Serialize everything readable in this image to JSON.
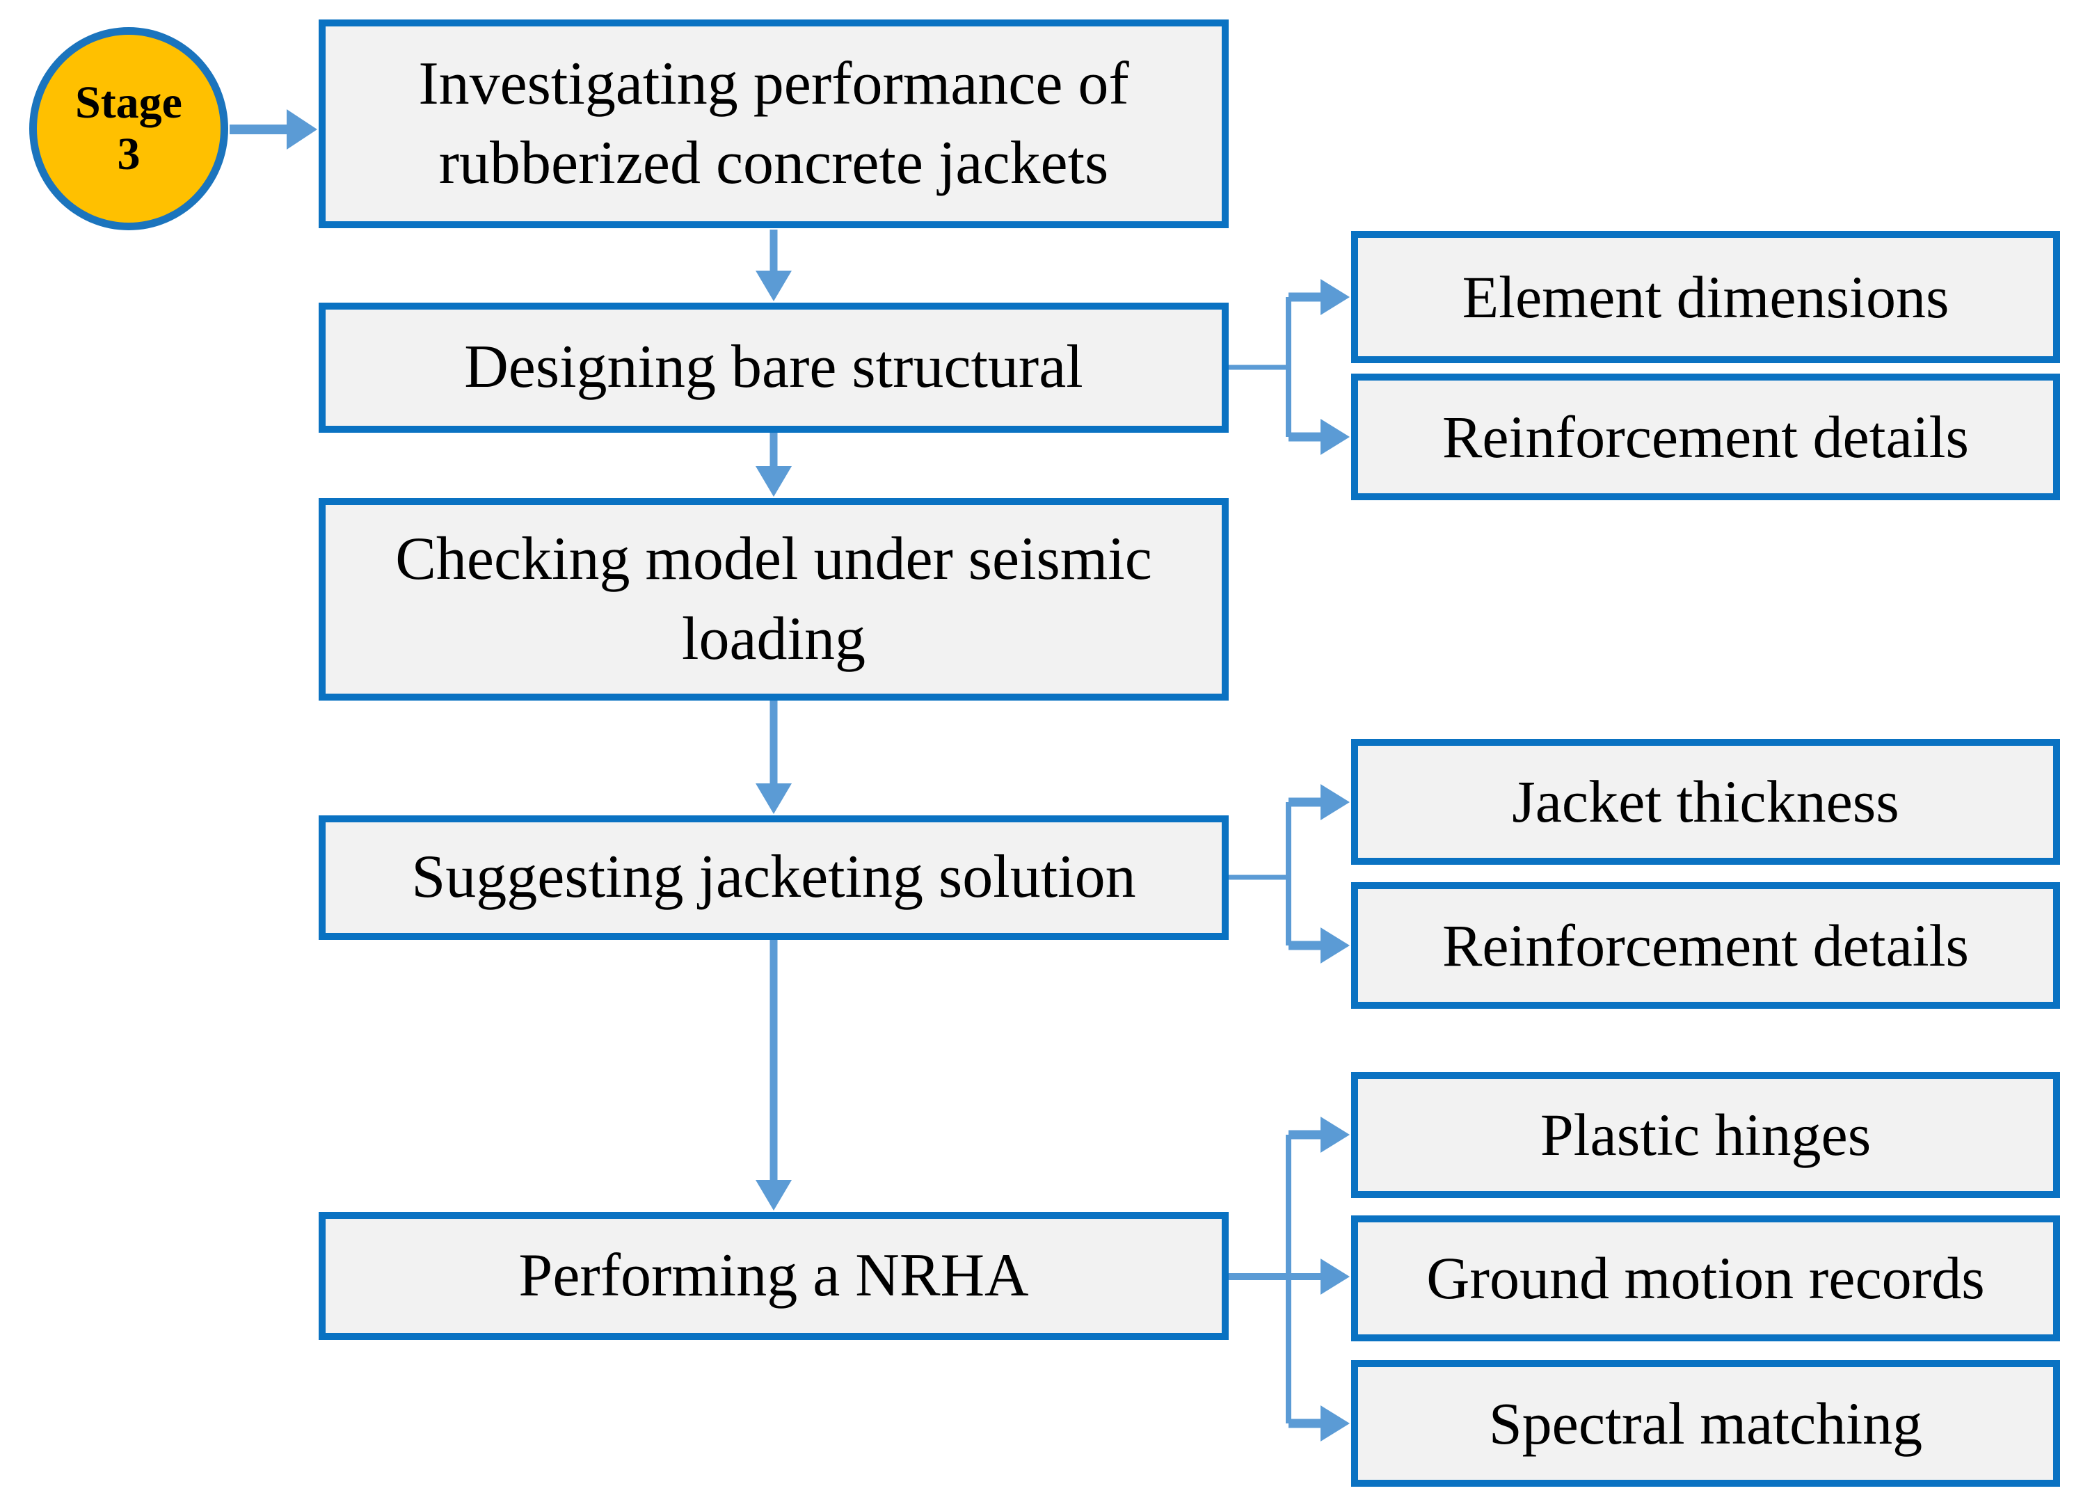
{
  "figure": {
    "title_hint": "Stage 3 methodology flowchart",
    "stage_badge": {
      "line1": "Stage",
      "line2": "3"
    },
    "colors": {
      "box_border": "#0a72c2",
      "box_fill": "#f2f2f2",
      "connector_blue": "#5b9bd5",
      "badge_fill": "#ffc000",
      "badge_border": "#1b74bd",
      "text": "#000000",
      "background": "#ffffff"
    },
    "flow": [
      {
        "label": "Investigating performance of rubberized concrete jackets",
        "outputs": []
      },
      {
        "label": "Designing bare structural",
        "outputs": [
          "Element dimensions",
          "Reinforcement details"
        ]
      },
      {
        "label": "Checking model under seismic loading",
        "outputs": []
      },
      {
        "label": "Suggesting jacketing solution",
        "outputs": [
          "Jacket thickness",
          "Reinforcement details"
        ]
      },
      {
        "label": "Performing a NRHA",
        "outputs": [
          "Plastic hinges",
          "Ground motion records",
          "Spectral matching"
        ]
      }
    ]
  }
}
